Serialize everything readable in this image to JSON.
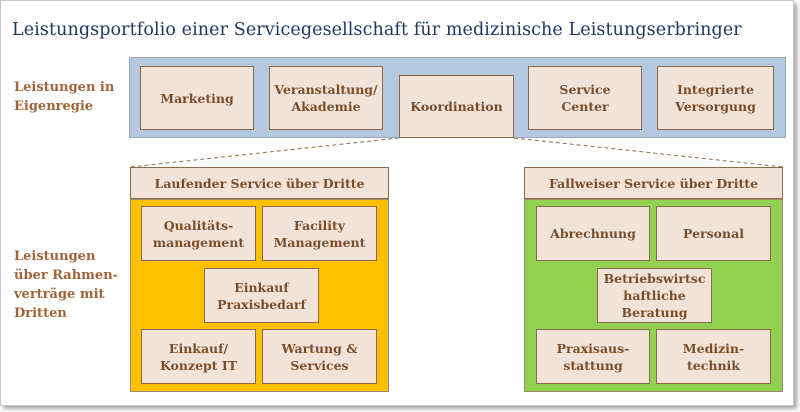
{
  "title": "Leistungsportfolio einer Servicegesellschaft für medizinische Leistungserbringer",
  "labels": {
    "own": "Leistungen in\nEigenregie",
    "third": "Leistungen\nüber Rahmen-\nverträge mit\nDritten"
  },
  "own_services": [
    "Marketing",
    "Veranstaltung/\nAkademie",
    "Koordination",
    "Service\nCenter",
    "Integrierte\nVersorgung"
  ],
  "ongoing": {
    "header": "Laufender Service über Dritte",
    "items": [
      "Qualitäts-\nmanagement",
      "Facility\nManagement",
      "Einkauf\nPraxisbedarf",
      "Einkauf/\nKonzept IT",
      "Wartung &\nServices"
    ]
  },
  "occasional": {
    "header": "Fallweiser Service über Dritte",
    "items": [
      "Abrechnung",
      "Personal",
      "Betriebswirtsc\nhaftliche\nBeratung",
      "Praxisaus-\nstattung",
      "Medizin-\ntechnik"
    ]
  },
  "colors": {
    "title": "#1f3864",
    "label": "#a0663a",
    "band": "#b4c8e0",
    "box_fill": "#f2e3d9",
    "box_text": "#7a4e2a",
    "ongoing_panel": "#ffc000",
    "occasional_panel": "#92d050"
  }
}
